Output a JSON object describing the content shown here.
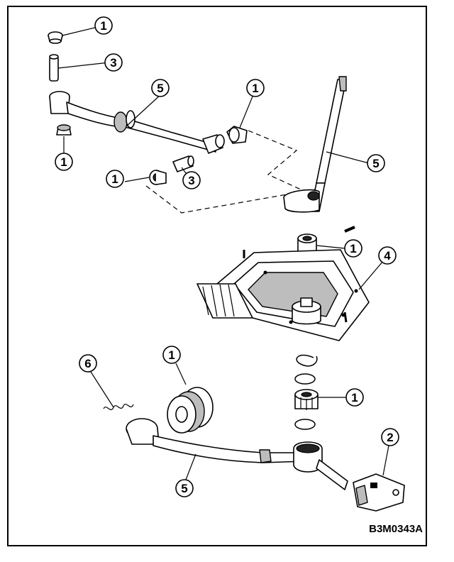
{
  "diagram": {
    "figure_id": "B3M0343A",
    "callouts": [
      {
        "id": "c-bushing-top-upper",
        "label": "1"
      },
      {
        "id": "c-pin-top",
        "label": "3"
      },
      {
        "id": "c-rod-upper",
        "label": "5"
      },
      {
        "id": "c-bushing-top-lower",
        "label": "1"
      },
      {
        "id": "c-bushing-cup-right",
        "label": "1"
      },
      {
        "id": "c-bushing-left-mid",
        "label": "1"
      },
      {
        "id": "c-pin-mid",
        "label": "3"
      },
      {
        "id": "c-gearshift-lever",
        "label": "5"
      },
      {
        "id": "c-lever-boss",
        "label": "1"
      },
      {
        "id": "c-plate",
        "label": "4"
      },
      {
        "id": "c-grommet",
        "label": "1"
      },
      {
        "id": "c-spring",
        "label": "6"
      },
      {
        "id": "c-nut",
        "label": "1"
      },
      {
        "id": "c-bracket",
        "label": "2"
      },
      {
        "id": "c-rod-lower",
        "label": "5"
      }
    ]
  }
}
